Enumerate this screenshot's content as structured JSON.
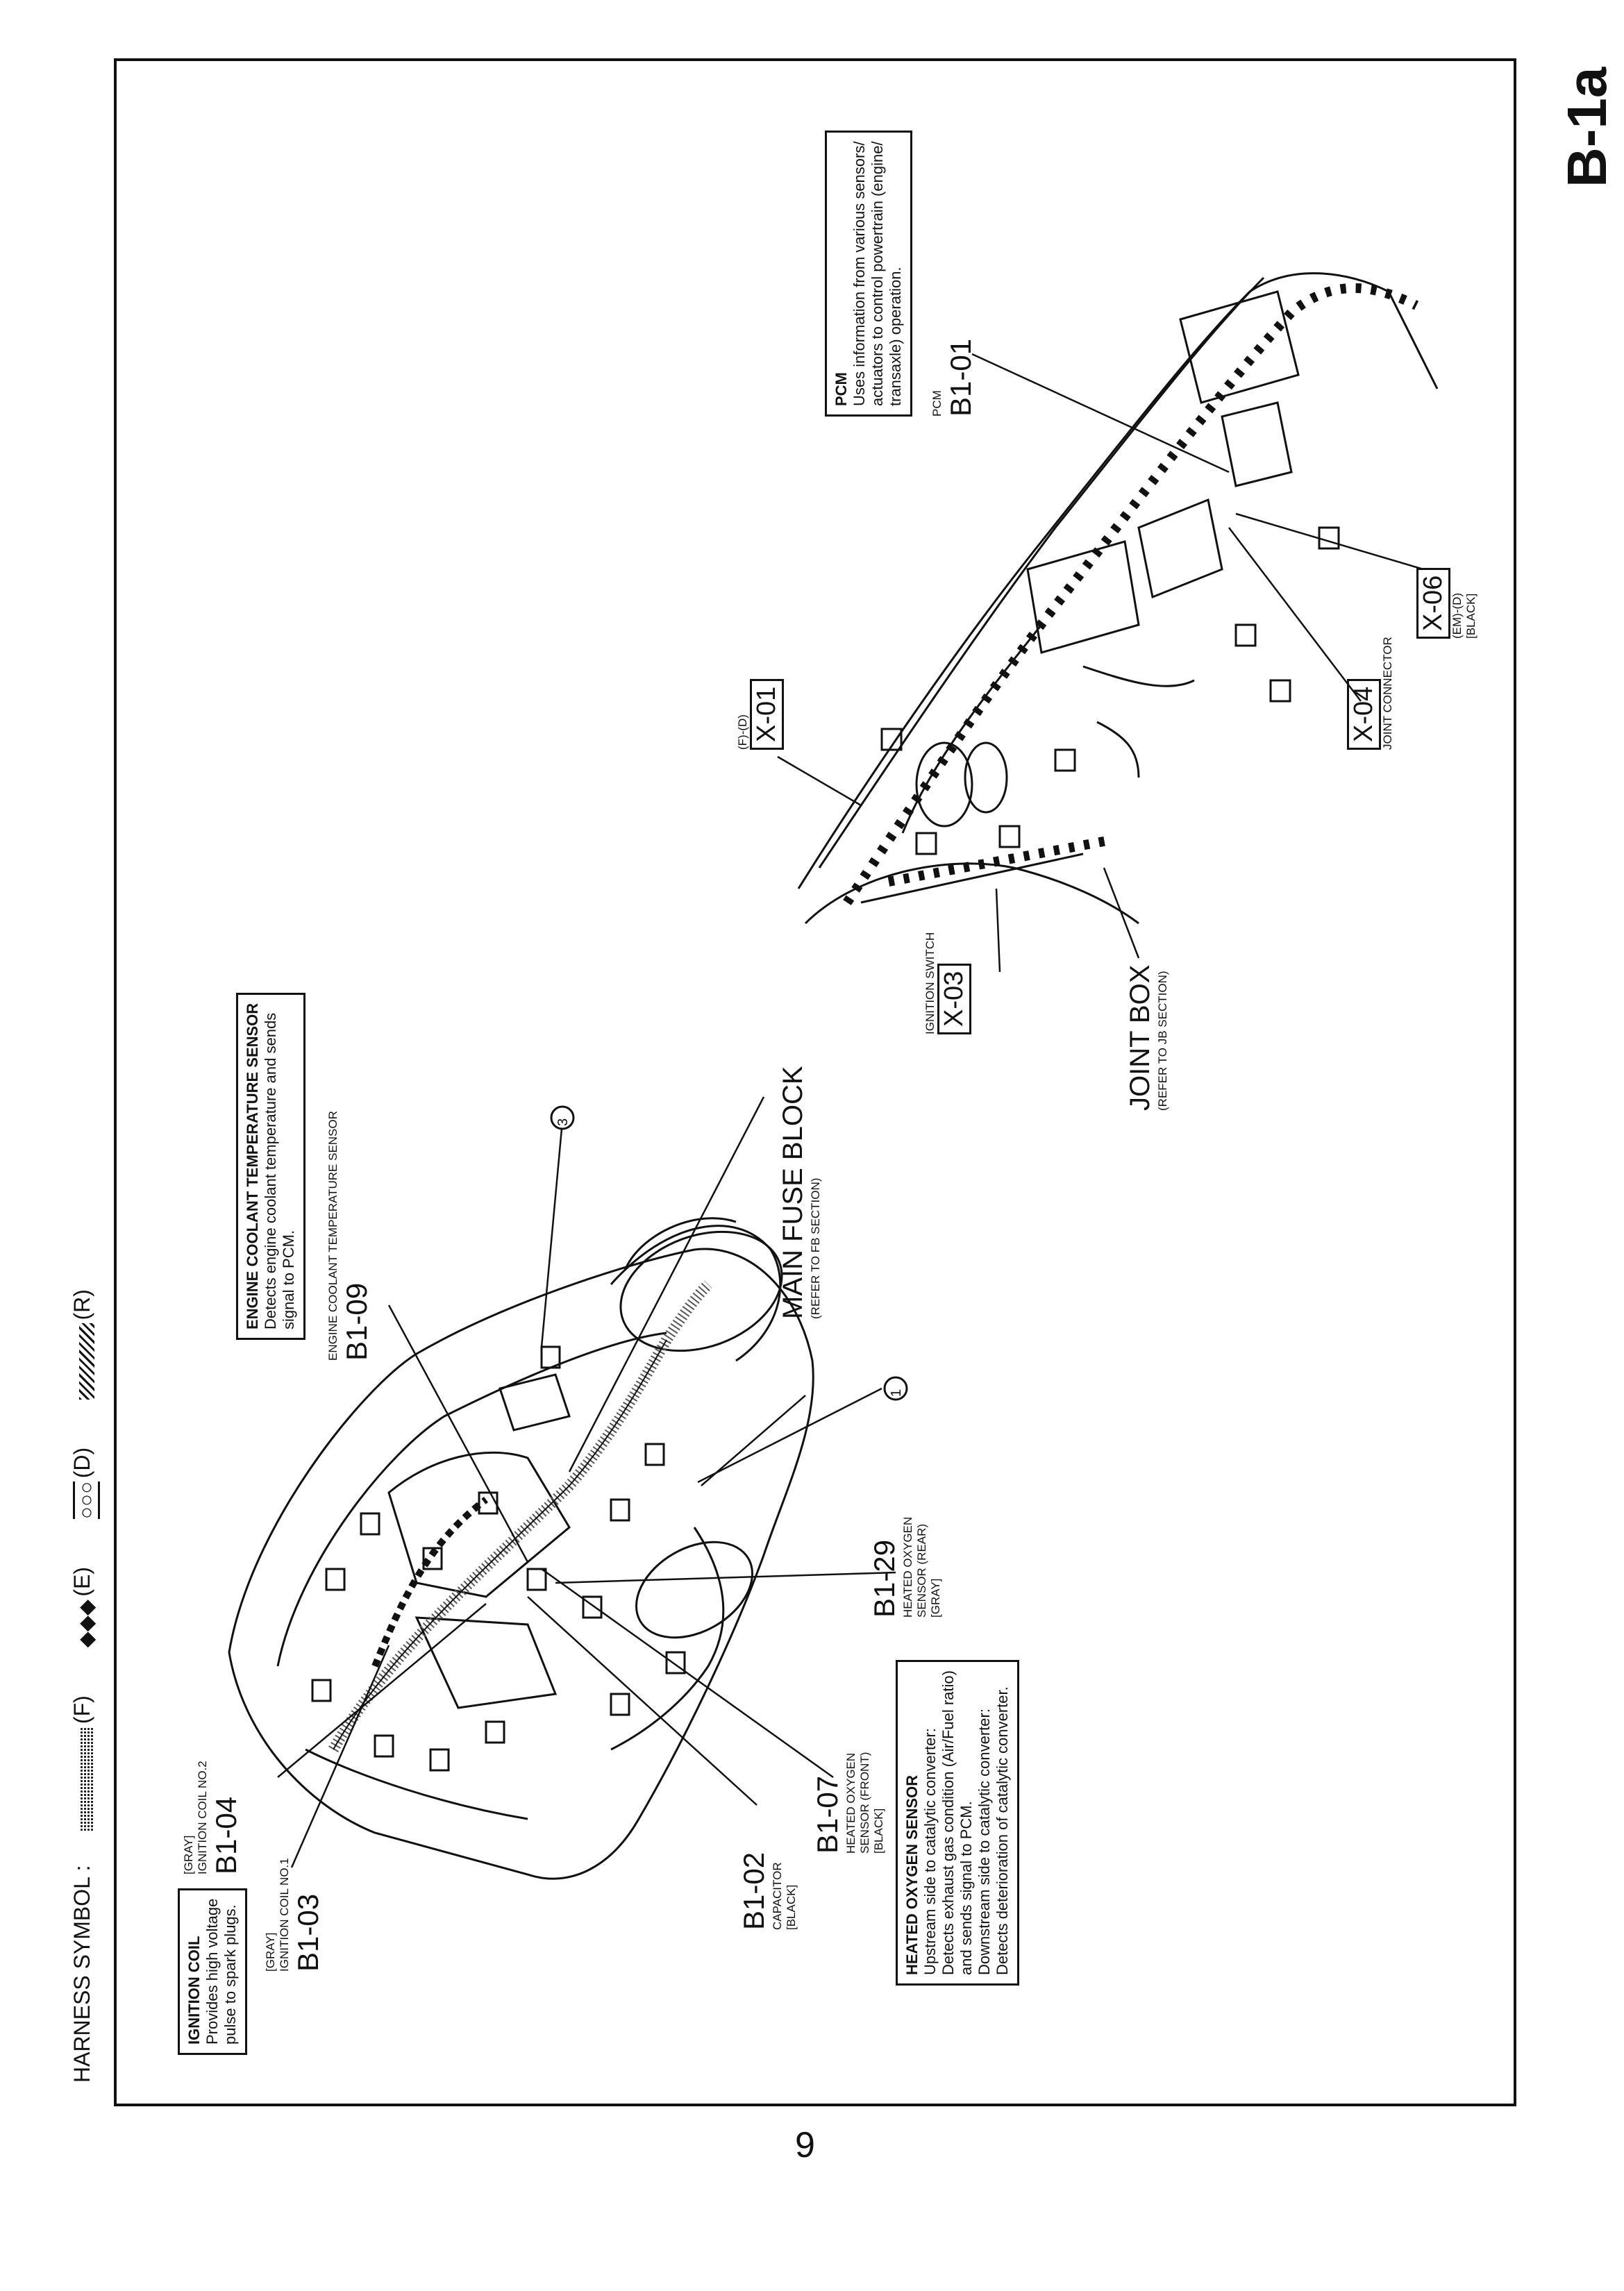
{
  "page_id": "B-1a",
  "page_number": "9",
  "harness_symbol": {
    "label": "HARNESS SYMBOL :",
    "items": [
      {
        "code": "(F)",
        "pattern": "dotted"
      },
      {
        "code": "(E)",
        "pattern": "diamonds"
      },
      {
        "code": "(D)",
        "pattern": "circles"
      },
      {
        "code": "(R)",
        "pattern": "hatched"
      }
    ]
  },
  "notes": {
    "ignition_coil": {
      "title": "IGNITION COIL",
      "lines": [
        "Provides high voltage",
        "pulse to spark plugs."
      ]
    },
    "ect_sensor": {
      "title": "ENGINE COOLANT TEMPERATURE SENSOR",
      "lines": [
        "Detects engine coolant temperature and sends",
        "signal to PCM."
      ]
    },
    "heated_o2": {
      "title": "HEATED OXYGEN SENSOR",
      "lines": [
        "Upstream side to catalytic converter:",
        "Detects exhaust gas condition (Air/Fuel ratio)",
        "and sends signal to PCM.",
        "Downstream side to catalytic converter:",
        "Detects deterioration of catalytic converter."
      ]
    },
    "pcm": {
      "title": "PCM",
      "lines": [
        "Uses information from various sensors/",
        "actuators to control powertrain (engine/",
        "transaxle) operation."
      ]
    }
  },
  "components": {
    "b1_03": {
      "code": "B1-03",
      "desc": "IGNITION COIL NO.1",
      "color": "[GRAY]"
    },
    "b1_04": {
      "code": "B1-04",
      "desc": "IGNITION COIL NO.2",
      "color": "[GRAY]"
    },
    "b1_02": {
      "code": "B1-02",
      "desc": "CAPACITOR",
      "color": "[BLACK]"
    },
    "b1_07": {
      "code": "B1-07",
      "desc1": "HEATED OXYGEN",
      "desc2": "SENSOR (FRONT)",
      "color": "[BLACK]"
    },
    "b1_29": {
      "code": "B1-29",
      "desc1": "HEATED OXYGEN",
      "desc2": "SENSOR (REAR)",
      "color": "[GRAY]"
    },
    "b1_09": {
      "code": "B1-09",
      "desc": "ENGINE COOLANT TEMPERATURE SENSOR"
    },
    "b1_01": {
      "code": "B1-01",
      "desc": "PCM"
    },
    "x_01": {
      "code": "X-01",
      "desc": "(F)-(D)"
    },
    "x_03": {
      "code": "X-03",
      "desc": "IGNITION SWITCH"
    },
    "x_04": {
      "code": "X-04",
      "desc": "JOINT CONNECTOR"
    },
    "x_06": {
      "code": "X-06",
      "desc": "(EM)-(D)",
      "color": "[BLACK]"
    }
  },
  "blocks": {
    "main_fuse": {
      "label": "MAIN FUSE BLOCK",
      "ref": "(REFER TO FB SECTION)"
    },
    "joint_box": {
      "label": "JOINT BOX",
      "ref": "(REFER TO JB SECTION)"
    }
  },
  "callouts": [
    "1",
    "3"
  ]
}
